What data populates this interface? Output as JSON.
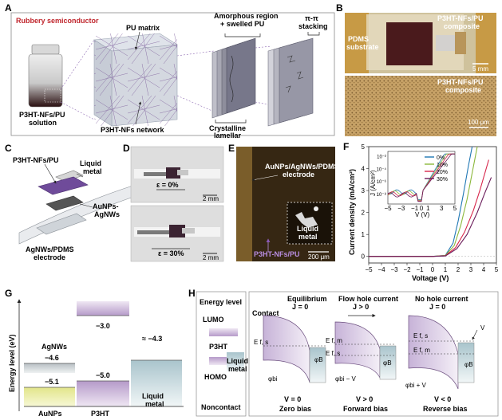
{
  "panels": {
    "A": {
      "letter": "A",
      "title": "Rubbery semiconductor",
      "pu_matrix": "PU matrix",
      "amorphous": "Amorphous region",
      "swelled": "+ swelled PU",
      "pipi": "π-π",
      "stacking": "stacking",
      "solution_1": "P3HT-NFs/PU",
      "solution_2": "solution",
      "network": "P3HT-NFs network",
      "crystalline": "Crystalline",
      "lamellar": "lamellar"
    },
    "B": {
      "letter": "B",
      "composite_1": "P3HT-NFs/PU",
      "composite_2": "composite",
      "pdms_1": "PDMS",
      "pdms_2": "substrate",
      "scale_top": "5 mm",
      "micro_1": "P3HT-NFs/PU",
      "micro_2": "composite",
      "scale_bottom": "100 μm"
    },
    "C": {
      "letter": "C",
      "p3ht": "P3HT-NFs/PU",
      "liquid_1": "Liquid",
      "liquid_2": "metal",
      "aunps_1": "AuNPs-",
      "aunps_2": "AgNWs",
      "agnws_1": "AgNWs/PDMS",
      "agnws_2": "electrode"
    },
    "D": {
      "letter": "D",
      "strain_0": "ε = 0%",
      "strain_30": "ε = 30%",
      "scale_1": "2 mm",
      "scale_2": "2 mm"
    },
    "E": {
      "letter": "E",
      "electrode_1": "AuNPs/AgNWs/PDMS",
      "electrode_2": "electrode",
      "liquid_1": "Liquid",
      "liquid_2": "metal",
      "p3ht": "P3HT-NFs/PU",
      "scale": "200 μm"
    },
    "G": {
      "letter": "G",
      "ylabel": "Energy level (eV)",
      "agnws": "AgNWs",
      "v_agnws": "−4.6",
      "v_aunps": "−5.1",
      "v_lumo": "−3.0",
      "v_homo": "−5.0",
      "v_lm": "≈ −4.3",
      "aunps": "AuNPs",
      "p3ht": "P3HT",
      "lm_1": "Liquid",
      "lm_2": "metal"
    },
    "H": {
      "letter": "H",
      "energy_level": "Energy level",
      "lumo": "LUMO",
      "p3ht": "P3HT",
      "homo": "HOMO",
      "lm_1": "Liquid",
      "lm_2": "metal",
      "noncontact": "Noncontact",
      "contact": "Contact",
      "eq_title": "Equilibrium",
      "eq_j": "J = 0",
      "eq_v": "V = 0",
      "eq_bias": "Zero bias",
      "fw_title": "Flow hole current",
      "fw_j": "J > 0",
      "fw_v": "V > 0",
      "fw_bias": "Forward bias",
      "rv_title": "No hole current",
      "rv_j": "J = 0",
      "rv_v": "V < 0",
      "rv_bias": "Reverse bias",
      "ef_s": "E f, s",
      "ef_m": "E f, m",
      "phi_b": "φB",
      "phi_bi": "φbi",
      "phi_bi_minus": "φbi − V",
      "phi_bi_plus": "φbi + V",
      "v": "V"
    }
  },
  "chart_data": {
    "type": "line",
    "panel": "F",
    "xlabel": "Voltage (V)",
    "ylabel": "Current density (mA/cm²)",
    "xlim": [
      -5,
      5
    ],
    "ylim": [
      -0.3,
      5
    ],
    "xticks": [
      -5,
      -4,
      -3,
      -2,
      -1,
      0,
      1,
      2,
      3,
      4,
      5
    ],
    "yticks": [
      0,
      1,
      2,
      3,
      4,
      5
    ],
    "legend": "inset-upper-left",
    "series": [
      {
        "name": "0%",
        "color": "#1f77b4",
        "x": [
          -5,
          0,
          1,
          1.6,
          2,
          2.4,
          2.8,
          3.1
        ],
        "y": [
          0,
          0,
          0.05,
          0.6,
          1.6,
          2.8,
          4.1,
          5
        ]
      },
      {
        "name": "10%",
        "color": "#8cb83c",
        "x": [
          -5,
          0,
          1,
          1.7,
          2.2,
          2.7,
          3.1,
          3.5
        ],
        "y": [
          0,
          0,
          0.04,
          0.5,
          1.4,
          2.6,
          3.8,
          5
        ]
      },
      {
        "name": "20%",
        "color": "#d7264b",
        "x": [
          -5,
          0,
          1,
          1.8,
          2.5,
          3.2,
          3.7,
          4.4
        ],
        "y": [
          0,
          0,
          0.03,
          0.4,
          1.1,
          2.1,
          3.0,
          4.4
        ]
      },
      {
        "name": "30%",
        "color": "#6a1b5a",
        "x": [
          -5,
          0,
          1,
          1.9,
          2.7,
          3.5,
          4.1,
          4.6
        ],
        "y": [
          0,
          0,
          0.02,
          0.35,
          1.0,
          2.0,
          2.9,
          3.6
        ]
      }
    ],
    "inset": {
      "xlabel": "V (V)",
      "ylabel": "J (A/cm²)",
      "xlim": [
        -5,
        5
      ],
      "xticks": [
        -5,
        -3,
        -1,
        0,
        1,
        3,
        5
      ],
      "ytick_labels": [
        "10⁻²",
        "10⁻⁴",
        "10⁻⁶",
        "10⁻⁸"
      ],
      "yexp": [
        -2,
        -4,
        -6,
        -8
      ],
      "ylim_exp": [
        -9.5,
        -1.2
      ]
    }
  }
}
